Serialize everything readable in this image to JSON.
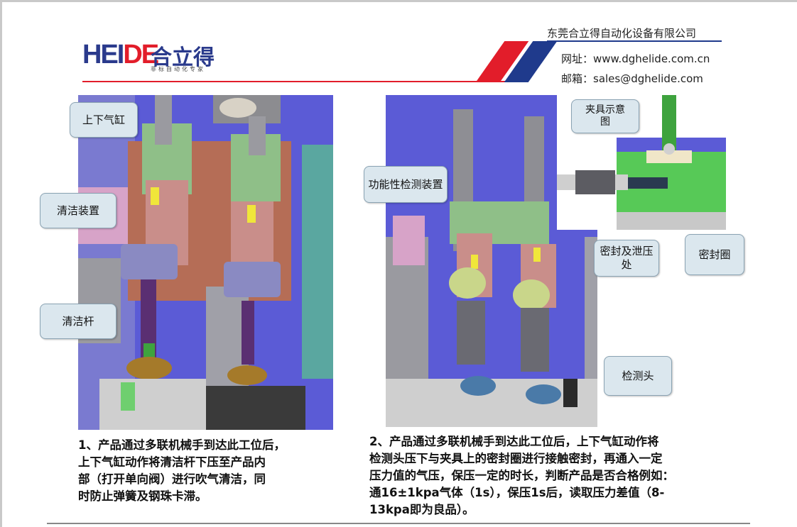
{
  "header": {
    "logo_latin_a": "HEI",
    "logo_latin_b": "DE",
    "logo_cn": "合立得",
    "logo_sub": "非标自动化专家",
    "company": "东莞合立得自动化设备有限公司",
    "website": "网址：www.dghelide.com.cn",
    "email": "邮箱：sales@dghelide.com"
  },
  "left": {
    "callouts": [
      "上下气缸",
      "清洁装置",
      "清洁杆"
    ],
    "caption": [
      "1、产品通过多联机械手到达此工位后，",
      "上下气缸动作将清洁杆下压至产品内",
      "部（打开单向阀）进行吹气清洁，同",
      "时防止弹簧及钢珠卡滞。"
    ]
  },
  "right": {
    "callouts": [
      "功能性检测装置",
      "夹具示意图",
      "密封及泄压处",
      "密封圈",
      "检测头"
    ],
    "caption": [
      "2、产品通过多联机械手到达此工位后，上下气缸动作将",
      "检测头压下与夹具上的密封圈进行接触密封，再通入一定",
      "压力值的气压，保压一定的时长，判断产品是否合格例如：",
      "通16±1kpa气体（1s），保压1s后，读取压力差值（8-",
      "13kpa即为良品）。"
    ]
  }
}
